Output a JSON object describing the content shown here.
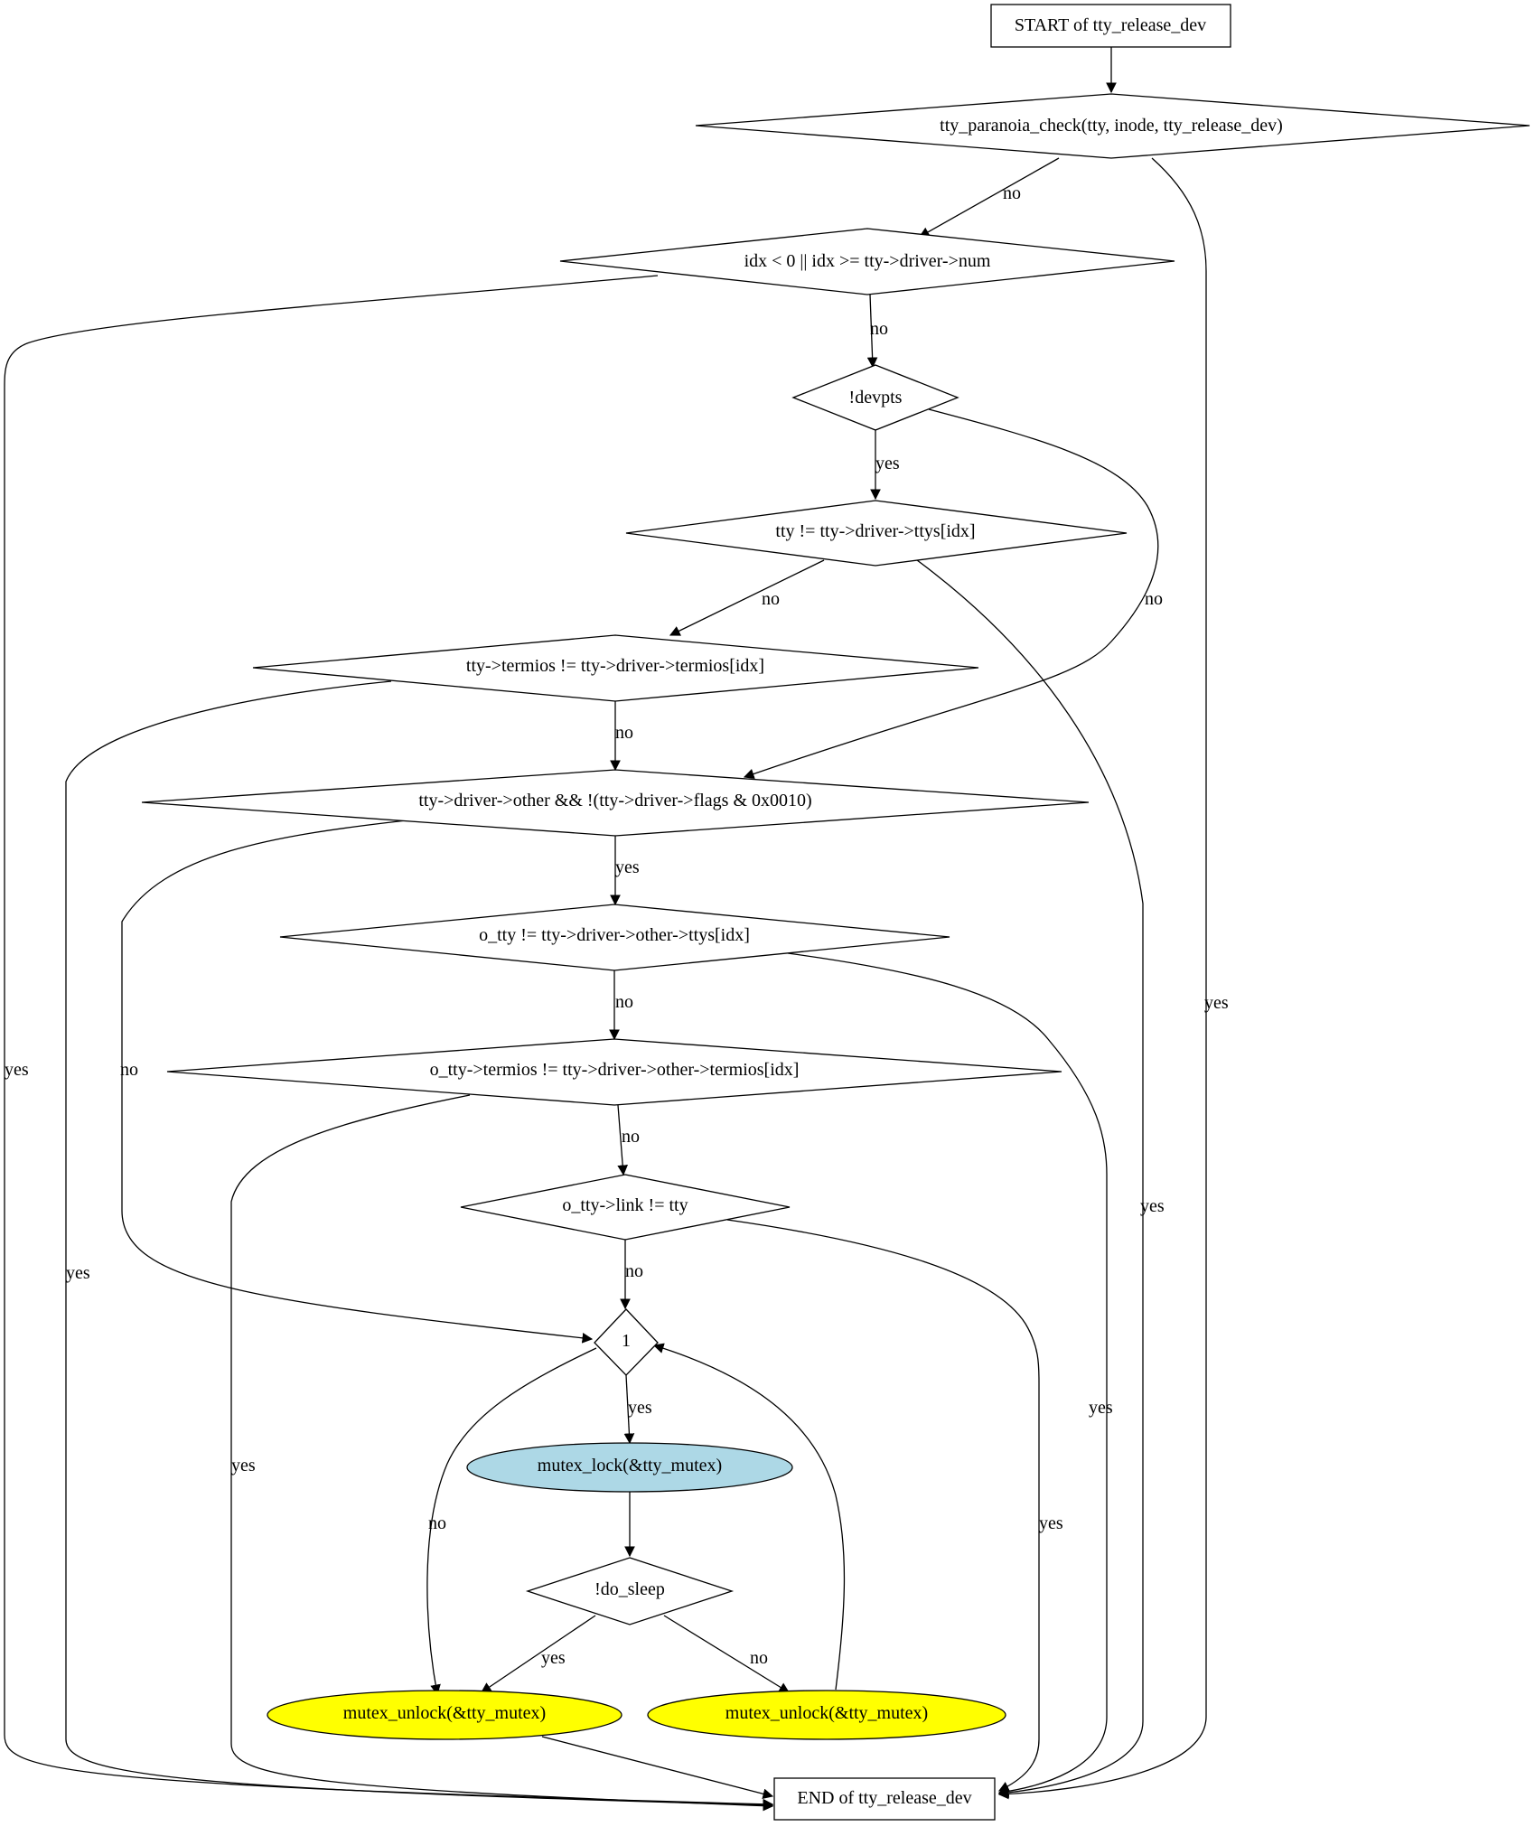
{
  "diagram": {
    "nodes": {
      "start": "START of tty_release_dev",
      "paranoia": "tty_paranoia_check(tty, inode, tty_release_dev)",
      "idx": "idx < 0 || idx >= tty->driver->num",
      "devpts": "!devpts",
      "ttys": "tty != tty->driver->ttys[idx]",
      "termios": "tty->termios != tty->driver->termios[idx]",
      "other": "tty->driver->other && !(tty->driver->flags & 0x0010)",
      "o_ttys": "o_tty != tty->driver->other->ttys[idx]",
      "o_termios": "o_tty->termios != tty->driver->other->termios[idx]",
      "o_link": "o_tty->link != tty",
      "loop": "1",
      "lock": "mutex_lock(&tty_mutex)",
      "do_sleep": "!do_sleep",
      "unlock1": "mutex_unlock(&tty_mutex)",
      "unlock2": "mutex_unlock(&tty_mutex)",
      "end": "END of tty_release_dev"
    },
    "edge_labels": {
      "paranoia_no": "no",
      "paranoia_yes": "yes",
      "idx_no": "no",
      "idx_yes": "yes",
      "devpts_yes": "yes",
      "devpts_no": "no",
      "ttys_no": "no",
      "ttys_yes": "yes",
      "termios_no": "no",
      "termios_yes": "yes",
      "other_yes": "yes",
      "other_no": "no",
      "o_ttys_no": "no",
      "o_ttys_yes": "yes",
      "o_termios_no": "no",
      "o_termios_yes": "yes",
      "o_link_no": "no",
      "o_link_yes": "yes",
      "loop_yes": "yes",
      "loop_no": "no",
      "do_sleep_yes": "yes",
      "do_sleep_no": "no"
    },
    "colors": {
      "lock_fill": "#add8e6",
      "unlock_fill": "#ffff00",
      "stroke": "#000000"
    }
  }
}
